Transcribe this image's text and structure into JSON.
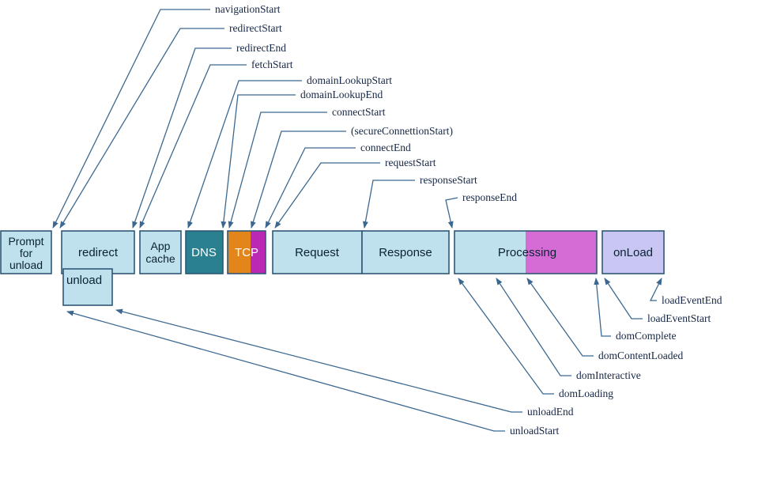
{
  "colors": {
    "box_blue": "#bfe1ee",
    "box_border": "#2f5875",
    "teal": "#2a808e",
    "orange": "#e2861c",
    "tcp_magenta": "#bb29b4",
    "processing_magenta": "#d56cd6",
    "lavender": "#c9c6f3",
    "line": "#3c6890",
    "label_text": "#152644"
  },
  "boxes": {
    "prompt": [
      "Prompt",
      "for",
      "unload"
    ],
    "redirect": "redirect",
    "unload": "unload",
    "app_cache": [
      "App",
      "cache"
    ],
    "dns": "DNS",
    "tcp": "TCP",
    "request": "Request",
    "response": "Response",
    "processing": "Processing",
    "onload": "onLoad"
  },
  "timings_top": [
    "navigationStart",
    "redirectStart",
    "redirectEnd",
    "fetchStart",
    "domainLookupStart",
    "domainLookupEnd",
    "connectStart",
    "(secureConnettionStart)",
    "connectEnd",
    "requestStart",
    "responseStart",
    "responseEnd"
  ],
  "timings_bottom": [
    "loadEventEnd",
    "loadEventStart",
    "domComplete",
    "domContentLoaded",
    "domInteractive",
    "domLoading",
    "unloadEnd",
    "unloadStart"
  ]
}
